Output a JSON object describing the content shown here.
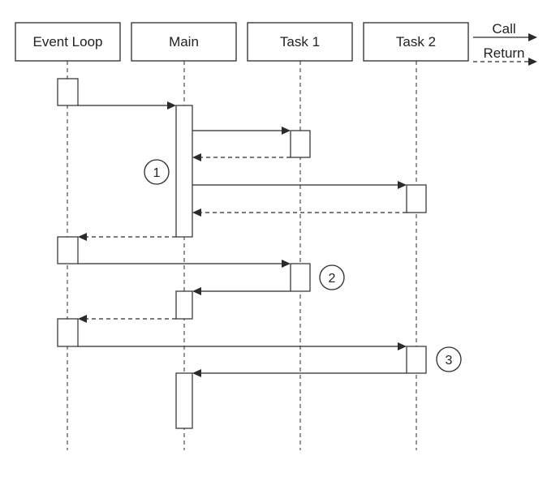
{
  "participants": {
    "event_loop": "Event Loop",
    "main": "Main",
    "task1": "Task 1",
    "task2": "Task 2"
  },
  "legend": {
    "call": "Call",
    "return": "Return"
  },
  "markers": {
    "m1": "1",
    "m2": "2",
    "m3": "3"
  }
}
